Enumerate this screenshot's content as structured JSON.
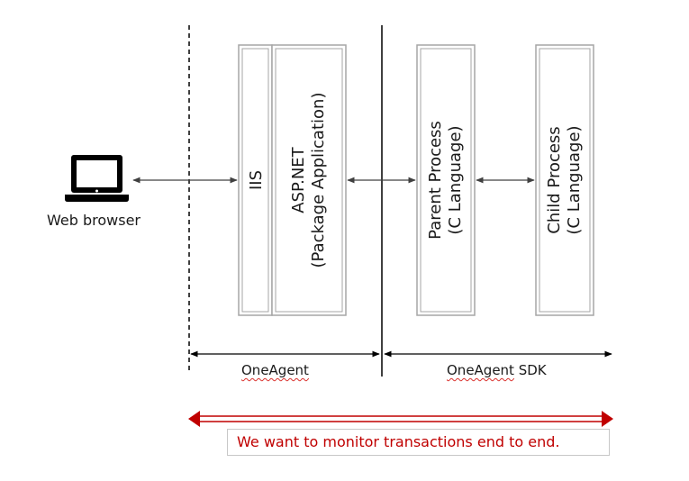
{
  "nodes": {
    "browser": "Web browser",
    "iis": "IIS",
    "aspnet": [
      "ASP.NET",
      "(Package Application)"
    ],
    "parent": [
      "Parent Process",
      "(C Language)"
    ],
    "child": [
      "Child Process",
      "(C Language)"
    ]
  },
  "ranges": {
    "oneagent": "OneAgent",
    "sdk_prefix": "OneAgent",
    "sdk_suffix": " SDK"
  },
  "callout": "We want to monitor transactions end to end.",
  "colors": {
    "accent": "#c00000",
    "box": "#a6a6a6",
    "arrow": "#404040"
  },
  "icons": {
    "browser": "laptop-icon"
  }
}
